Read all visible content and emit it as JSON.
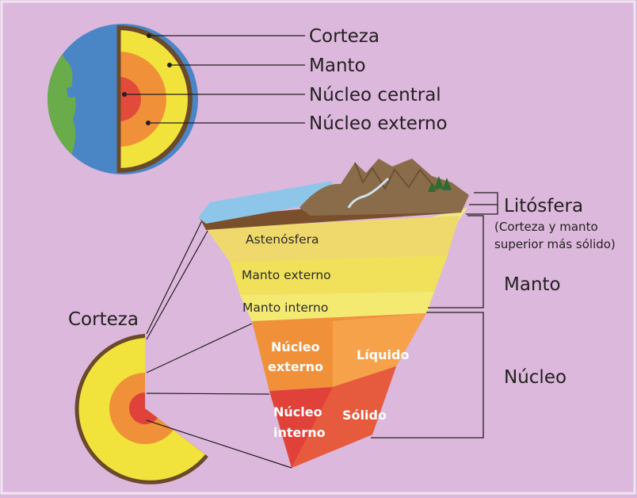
{
  "globe_labels": {
    "corteza": "Corteza",
    "manto": "Manto",
    "nucleo_central": "Núcleo central",
    "nucleo_externo": "Núcleo externo"
  },
  "section_labels": {
    "corteza": "Corteza",
    "litosfera": "Litósfera",
    "litosfera_note_1": "(Corteza y manto",
    "litosfera_note_2": "superior más sólido)",
    "manto": "Manto",
    "nucleo": "Núcleo"
  },
  "layer_labels": {
    "astenosfera": "Astenósfera",
    "manto_externo": "Manto externo",
    "manto_interno": "Manto interno",
    "nucleo_externo_1": "Núcleo",
    "nucleo_externo_2": "externo",
    "liquido": "Líquido",
    "nucleo_interno_1": "Núcleo",
    "nucleo_interno_2": "interno",
    "solido": "Sólido"
  },
  "colors": {
    "background": "#dcb8dc",
    "ocean": "#4a86c6",
    "land": "#6aab4a",
    "crust": "#6b4a2a",
    "mantle": "#f2e33c",
    "outer_core": "#f0913a",
    "inner_core": "#e0423a"
  }
}
